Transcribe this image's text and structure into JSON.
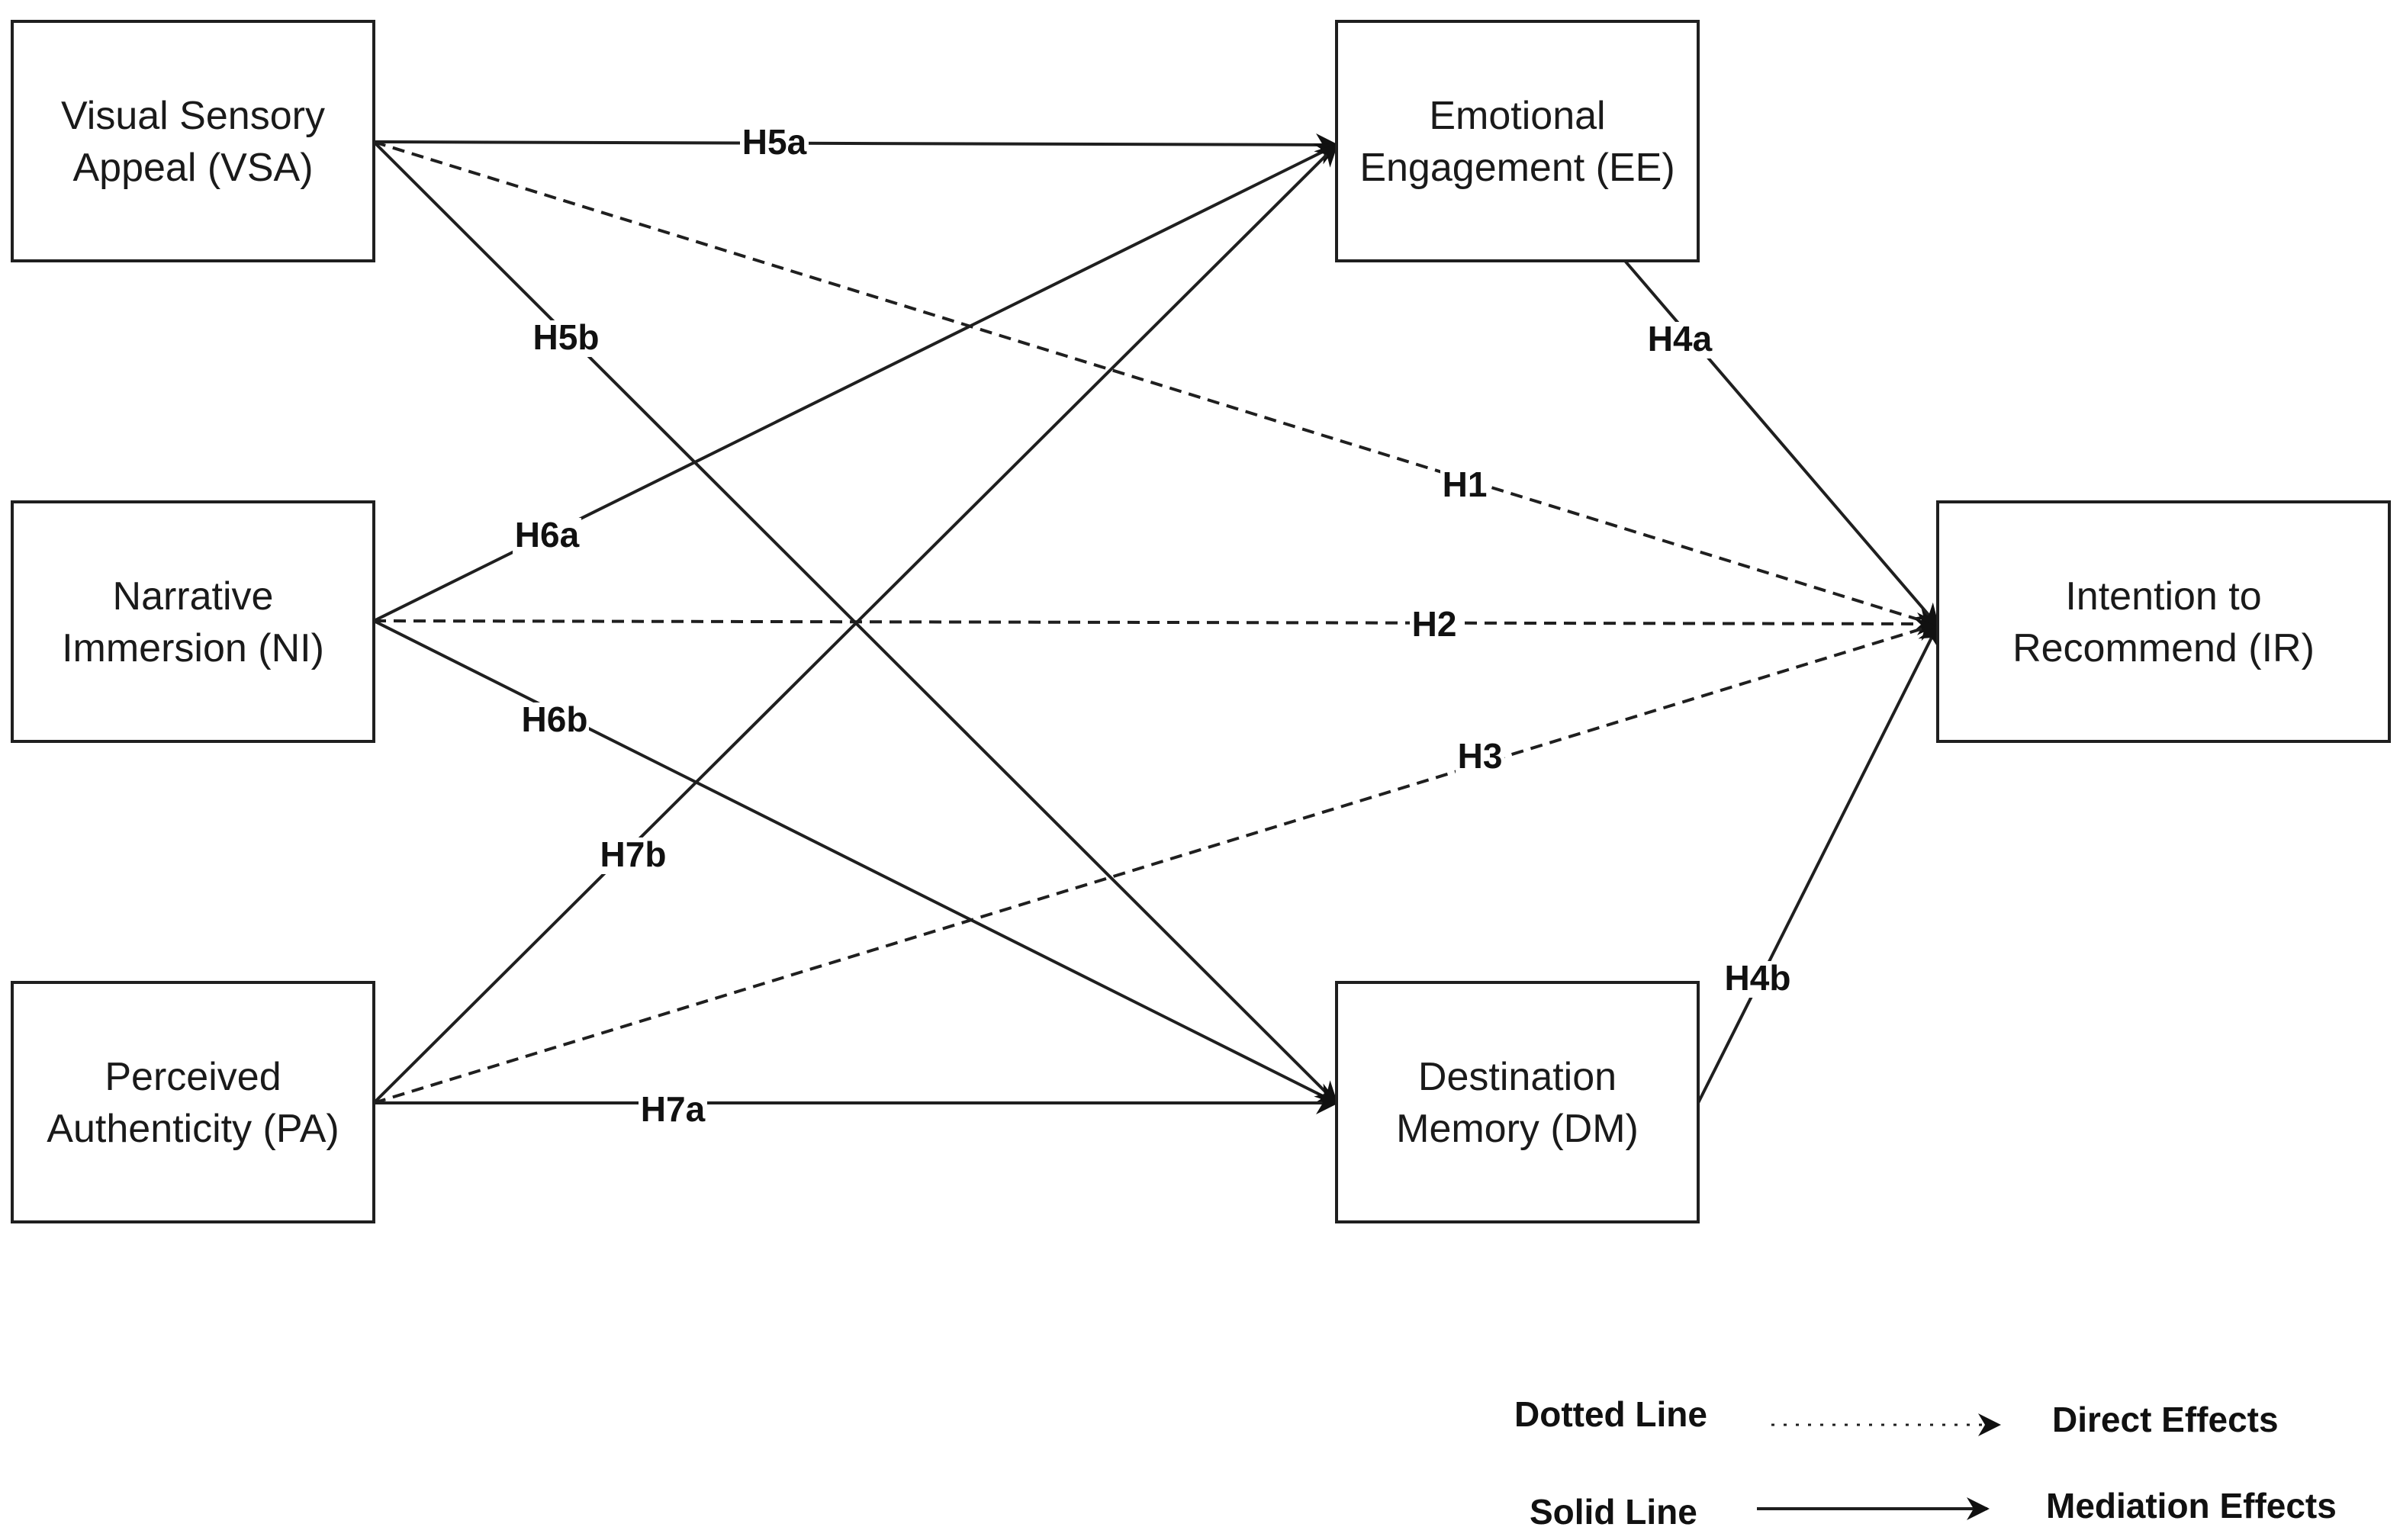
{
  "nodes": {
    "vsa": {
      "lines": [
        "Visual Sensory",
        "Appeal (VSA)"
      ]
    },
    "ni": {
      "lines": [
        "Narrative",
        "Immersion (NI)"
      ]
    },
    "pa": {
      "lines": [
        "Perceived",
        "Authenticity (PA)"
      ]
    },
    "ee": {
      "lines": [
        "Emotional",
        "Engagement (EE)"
      ]
    },
    "dm": {
      "lines": [
        "Destination",
        "Memory (DM)"
      ]
    },
    "ir": {
      "lines": [
        "Intention to",
        "Recommend (IR)"
      ]
    }
  },
  "edges": [
    {
      "id": "h5a",
      "from": "vsa",
      "to": "ee",
      "label": "H5a",
      "style": "solid"
    },
    {
      "id": "h5b",
      "from": "vsa",
      "to": "dm",
      "label": "H5b",
      "style": "solid"
    },
    {
      "id": "h1",
      "from": "vsa",
      "to": "ir",
      "label": "H1",
      "style": "dotted"
    },
    {
      "id": "h6a",
      "from": "ni",
      "to": "ee",
      "label": "H6a",
      "style": "solid"
    },
    {
      "id": "h6b",
      "from": "ni",
      "to": "dm",
      "label": "H6b",
      "style": "solid"
    },
    {
      "id": "h2",
      "from": "ni",
      "to": "ir",
      "label": "H2",
      "style": "dotted"
    },
    {
      "id": "h7b",
      "from": "pa",
      "to": "ee",
      "label": "H7b",
      "style": "solid"
    },
    {
      "id": "h7a",
      "from": "pa",
      "to": "dm",
      "label": "H7a",
      "style": "solid"
    },
    {
      "id": "h3",
      "from": "pa",
      "to": "ir",
      "label": "H3",
      "style": "dotted"
    },
    {
      "id": "h4a",
      "from": "ee",
      "to": "ir",
      "label": "H4a",
      "style": "solid"
    },
    {
      "id": "h4b",
      "from": "dm",
      "to": "ir",
      "label": "H4b",
      "style": "solid"
    }
  ],
  "legend": {
    "dotted": {
      "line_label": "Dotted Line",
      "meaning": "Direct Effects"
    },
    "solid": {
      "line_label": "Solid Line",
      "meaning": "Mediation Effects"
    }
  }
}
